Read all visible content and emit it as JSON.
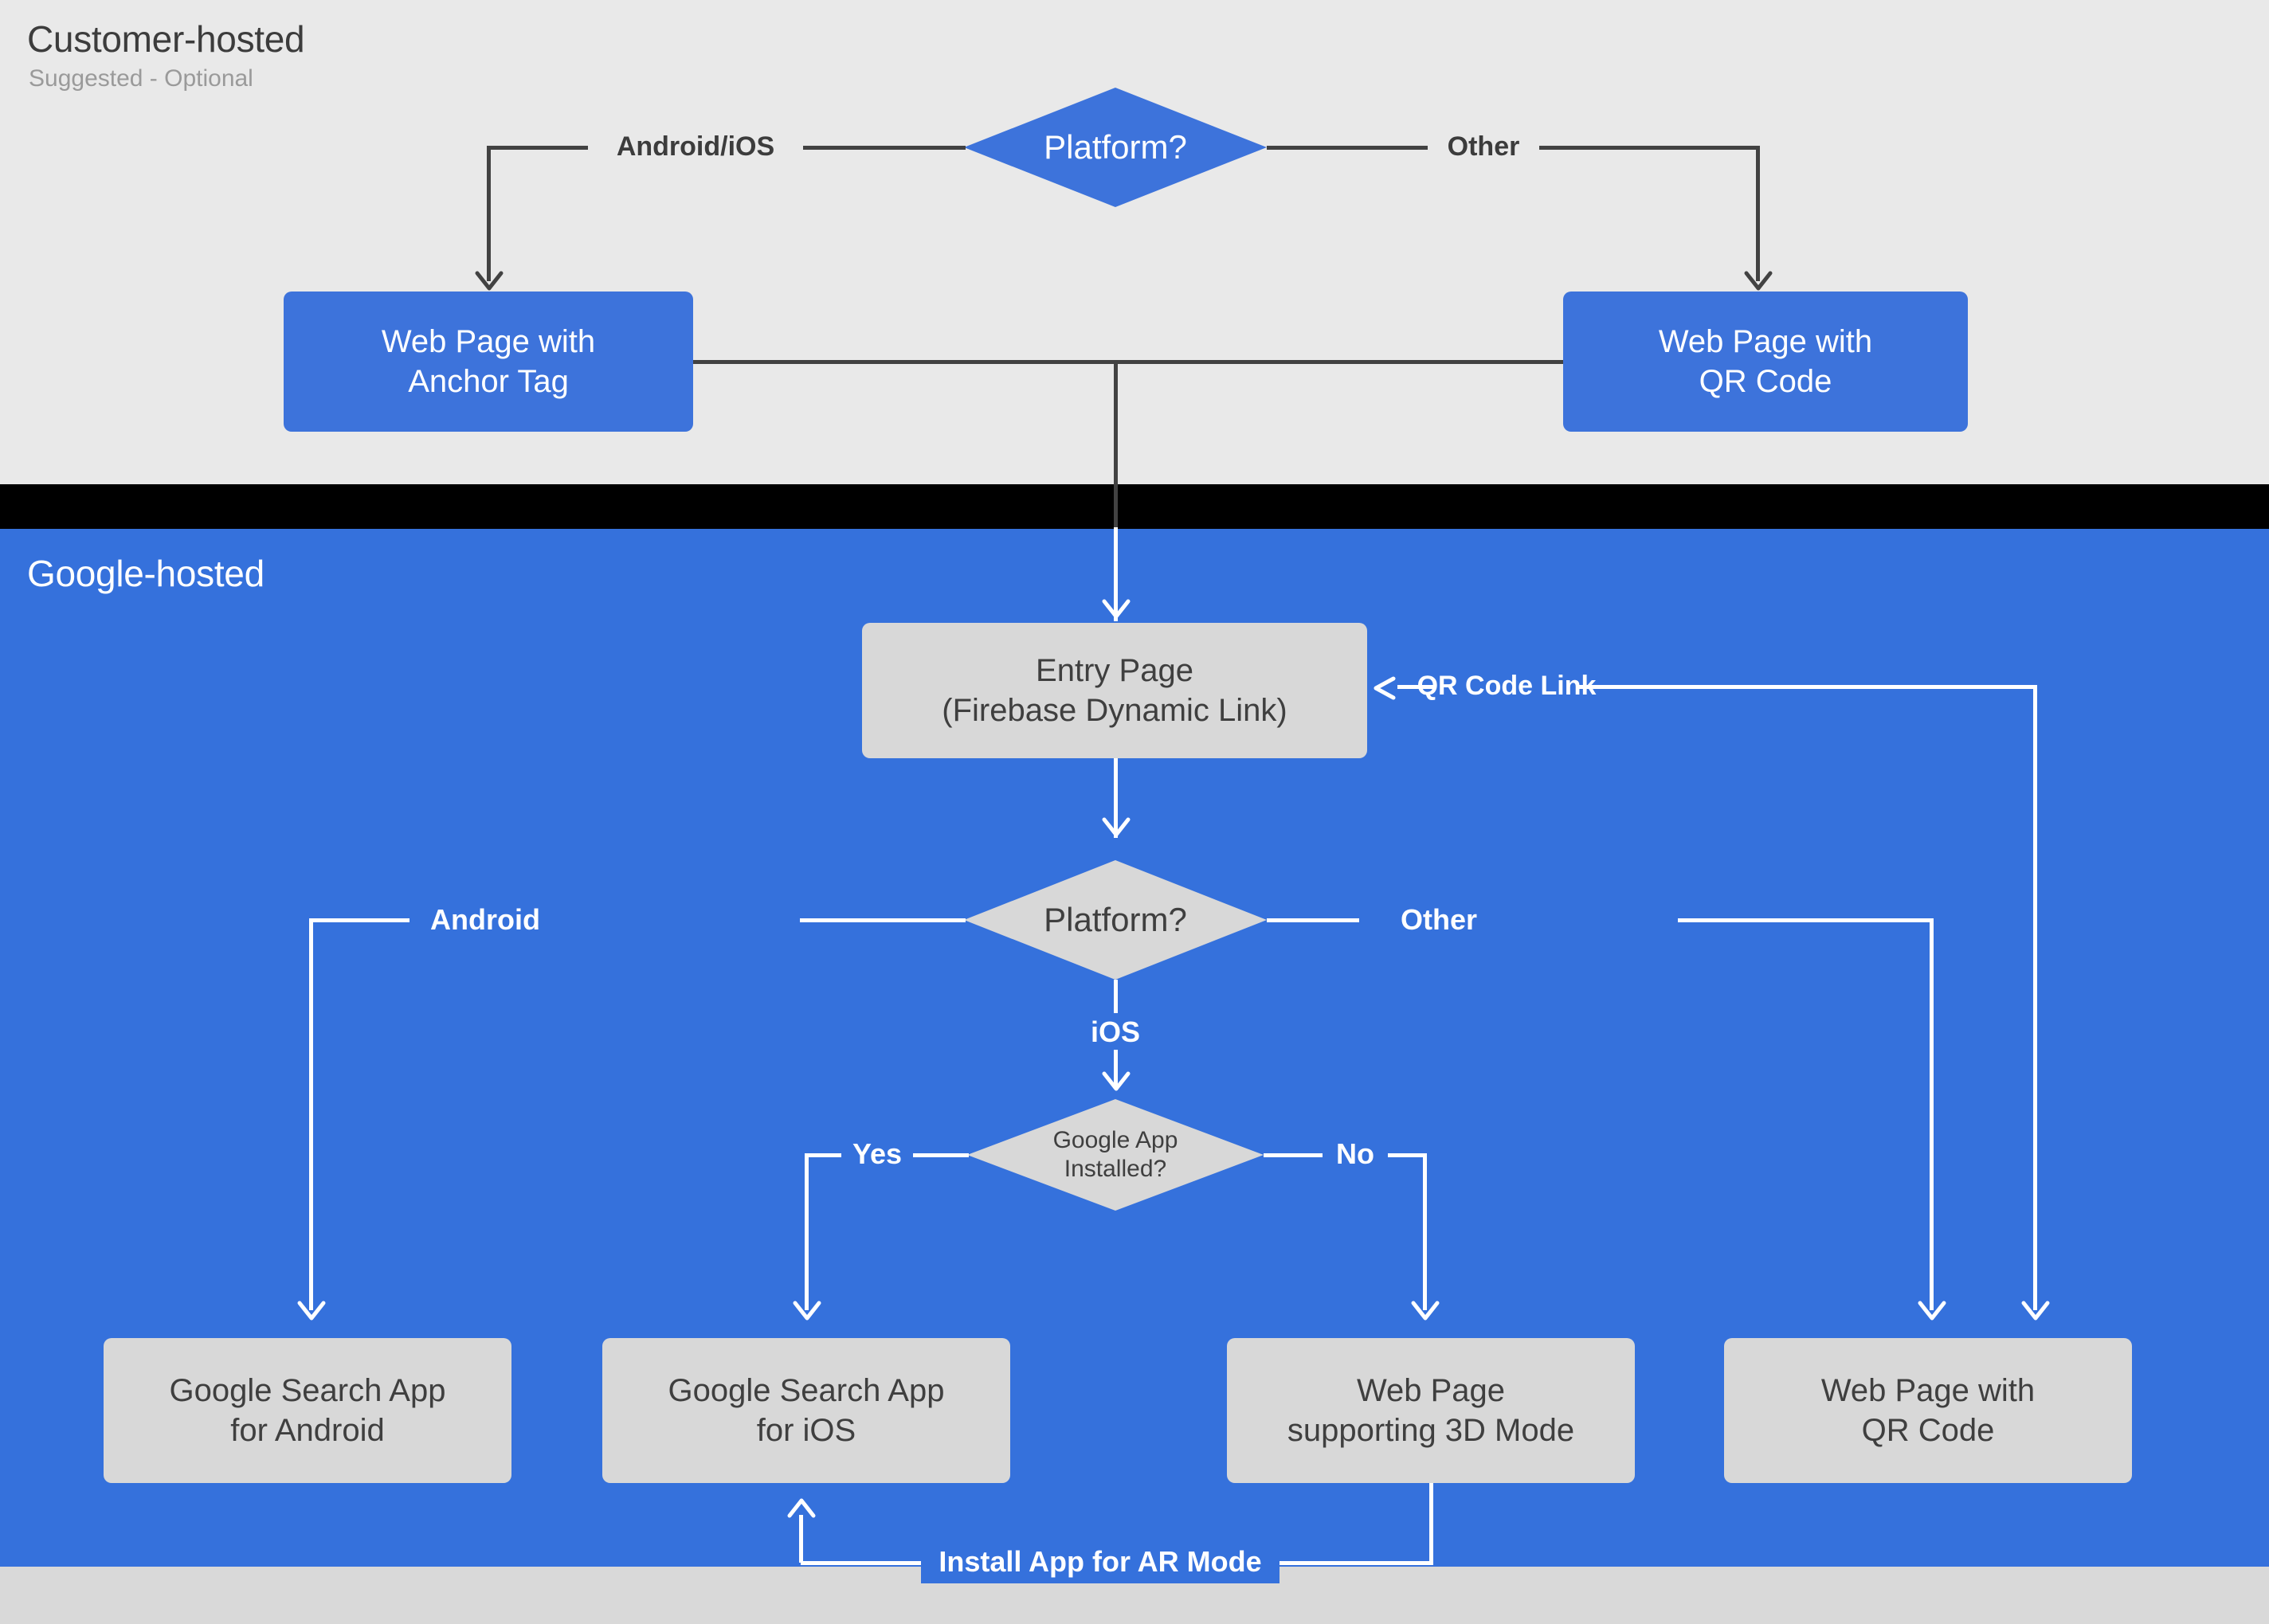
{
  "sections": {
    "customer": {
      "title": "Customer-hosted",
      "subtitle": "Suggested - Optional"
    },
    "google": {
      "title": "Google-hosted"
    }
  },
  "colors": {
    "customer_band": "#e9e9e9",
    "divider_band": "#000000",
    "google_band": "#3571dc",
    "node_blue": "#3d73db",
    "node_gray": "#d8d8d8",
    "line_dark": "#424242",
    "line_light": "#ffffff",
    "text_dark": "#3c3c3c",
    "text_muted": "#9a9a9a",
    "text_light": "#ffffff"
  },
  "customer_flow": {
    "decision": {
      "label": "Platform?"
    },
    "edges": {
      "left": "Android/iOS",
      "right": "Other"
    },
    "nodes": {
      "anchor_tag": "Web Page with\nAnchor Tag",
      "qr_code": "Web Page with\nQR Code"
    }
  },
  "google_flow": {
    "entry": "Entry Page\n(Firebase Dynamic Link)",
    "qr_code_link_edge": "QR Code Link",
    "platform_decision": "Platform?",
    "platform_edges": {
      "left": "Android",
      "right": "Other",
      "down": "iOS"
    },
    "app_decision": "Google App\nInstalled?",
    "app_edges": {
      "yes": "Yes",
      "no": "No"
    },
    "results": {
      "search_android": "Google Search App\nfor Android",
      "search_ios": "Google Search App\nfor iOS",
      "web_3d": "Web Page\nsupporting 3D Mode",
      "web_qr": "Web Page with\nQR Code"
    },
    "ar_edge": "Install App for AR Mode"
  }
}
